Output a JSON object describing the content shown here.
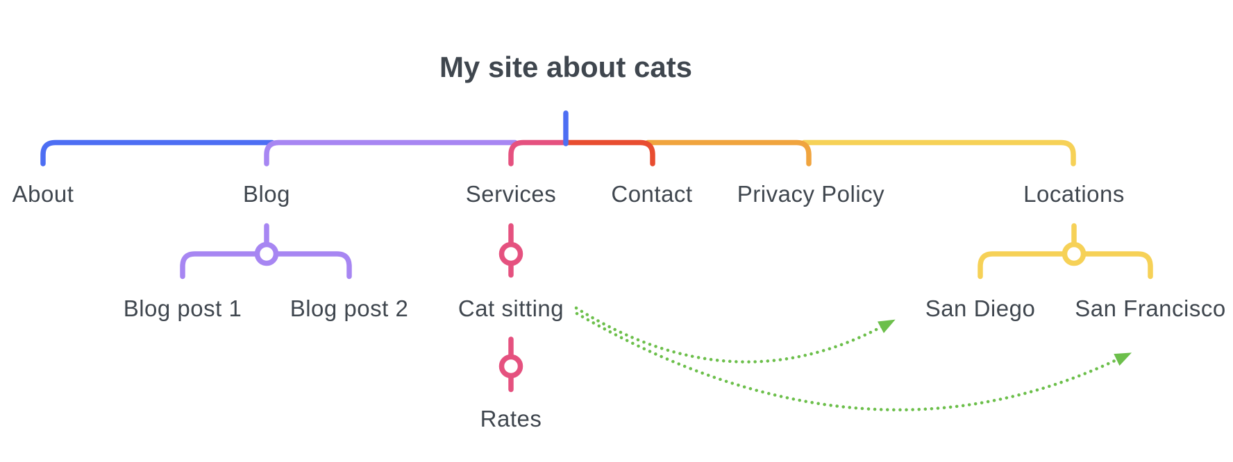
{
  "title": "My site about cats",
  "colors": {
    "text": "#3f464e",
    "blue": "#4d6ef3",
    "purple": "#a786f2",
    "pink": "#e5517f",
    "red": "#e84d30",
    "orange": "#f0a43e",
    "yellow": "#f6d157",
    "green": "#6cbf4b"
  },
  "nodes": {
    "about": {
      "label": "About"
    },
    "blog": {
      "label": "Blog"
    },
    "services": {
      "label": "Services"
    },
    "contact": {
      "label": "Contact"
    },
    "privacy": {
      "label": "Privacy Policy"
    },
    "locations": {
      "label": "Locations"
    },
    "blog_post_1": {
      "label": "Blog post 1"
    },
    "blog_post_2": {
      "label": "Blog post 2"
    },
    "cat_sitting": {
      "label": "Cat sitting"
    },
    "rates": {
      "label": "Rates"
    },
    "san_diego": {
      "label": "San Diego"
    },
    "san_francisco": {
      "label": "San Francisco"
    }
  }
}
